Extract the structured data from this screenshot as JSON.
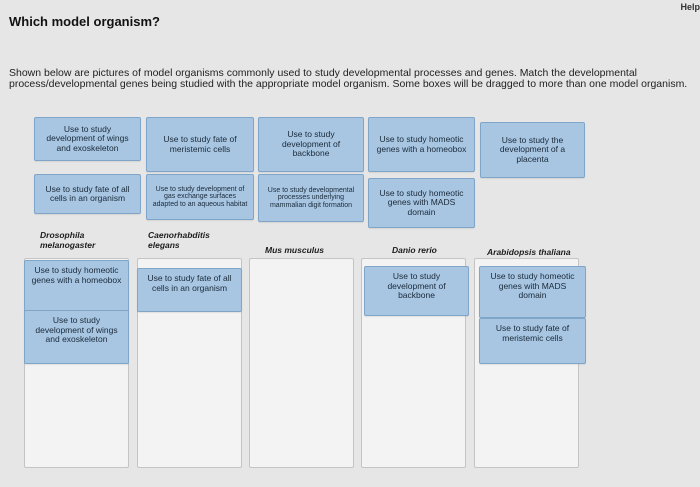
{
  "help_label": "Help",
  "title": "Which model organism?",
  "instructions": "Shown below are pictures of model organisms commonly used to study developmental processes and genes. Match the developmental process/developmental genes being studied with the appropriate model organism. Some boxes will be dragged to more than one model organism.",
  "source_tiles": [
    "Use to study development of wings and exoskeleton",
    "Use to study fate of meristemic cells",
    "Use to study development of backbone",
    "Use to study homeotic genes with a homeobox",
    "Use to study the development of a placenta",
    "Use to study fate of all cells in an organism",
    "Use to study development of gas exchange surfaces adapted to an aqueous habitat",
    "Use to study developmental processes underlying mammalian digit formation",
    "Use to study homeotic genes with MADS domain"
  ],
  "columns": [
    {
      "name": "Drosophila melanogaster",
      "placed": [
        "Use to study homeotic genes with a homeobox",
        "Use to study development of wings and exoskeleton"
      ]
    },
    {
      "name": "Caenorhabditis elegans",
      "placed": [
        "Use to study fate of all cells in an organism"
      ]
    },
    {
      "name": "Mus musculus",
      "placed": []
    },
    {
      "name": "Danio rerio",
      "placed": [
        "Use to study development of backbone"
      ]
    },
    {
      "name": "Arabidopsis thaliana",
      "placed": [
        "Use to study homeotic genes with MADS domain",
        "Use to study fate of meristemic cells"
      ]
    }
  ],
  "colors": {
    "tile": "#a8c6e2",
    "tile_border": "#7fa5c8",
    "zone": "#f3f3f3",
    "background": "#e6e6e6"
  }
}
